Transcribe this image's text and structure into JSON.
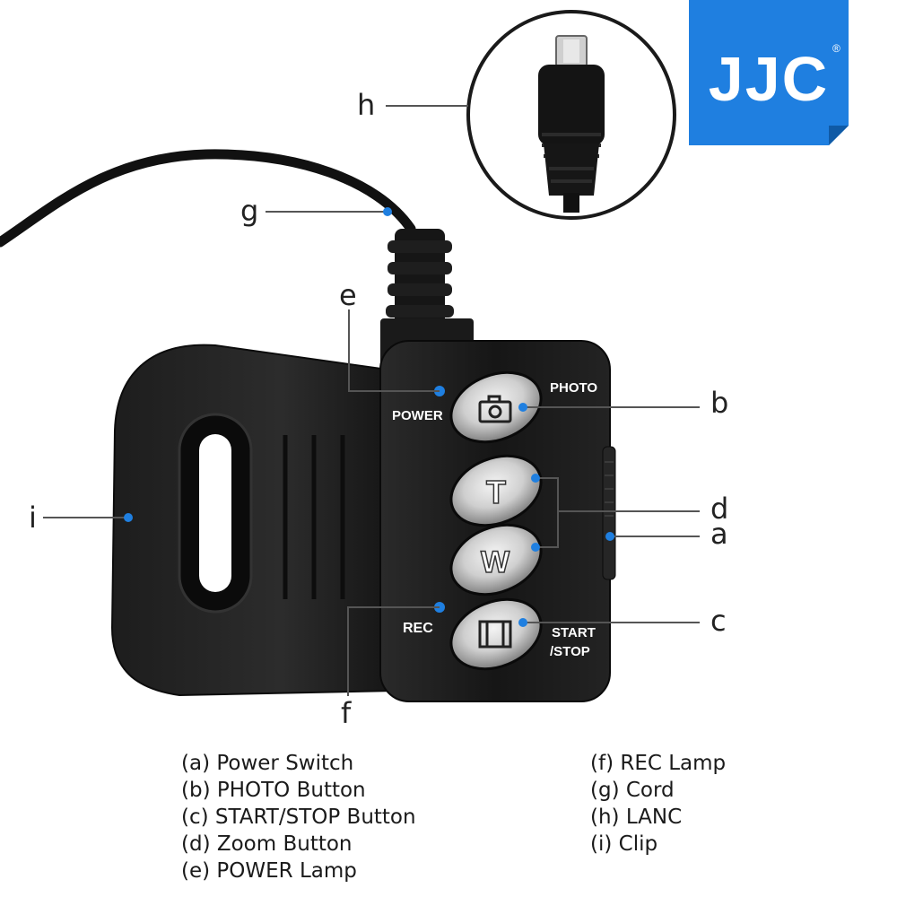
{
  "brand": {
    "name": "JJC",
    "mark": "®",
    "color": "#1f7fe0"
  },
  "device_labels": {
    "power": "POWER",
    "photo": "PHOTO",
    "rec": "REC",
    "start_stop_line1": "START",
    "start_stop_line2": "/STOP",
    "zoom_tele": "T",
    "zoom_wide": "W"
  },
  "callouts": {
    "a": "a",
    "b": "b",
    "c": "c",
    "d": "d",
    "e": "e",
    "f": "f",
    "g": "g",
    "h": "h",
    "i": "i"
  },
  "legend": {
    "left": [
      "(a) Power Switch",
      "(b) PHOTO Button",
      "(c) START/STOP Button",
      "(d) Zoom Button",
      "(e) POWER Lamp"
    ],
    "right": [
      "(f) REC Lamp",
      "(g) Cord",
      "(h) LANC",
      "(i) Clip"
    ]
  },
  "colors": {
    "callout_dot": "#1f7fe0",
    "leader_line": "#555555",
    "device_body": "#151515"
  }
}
